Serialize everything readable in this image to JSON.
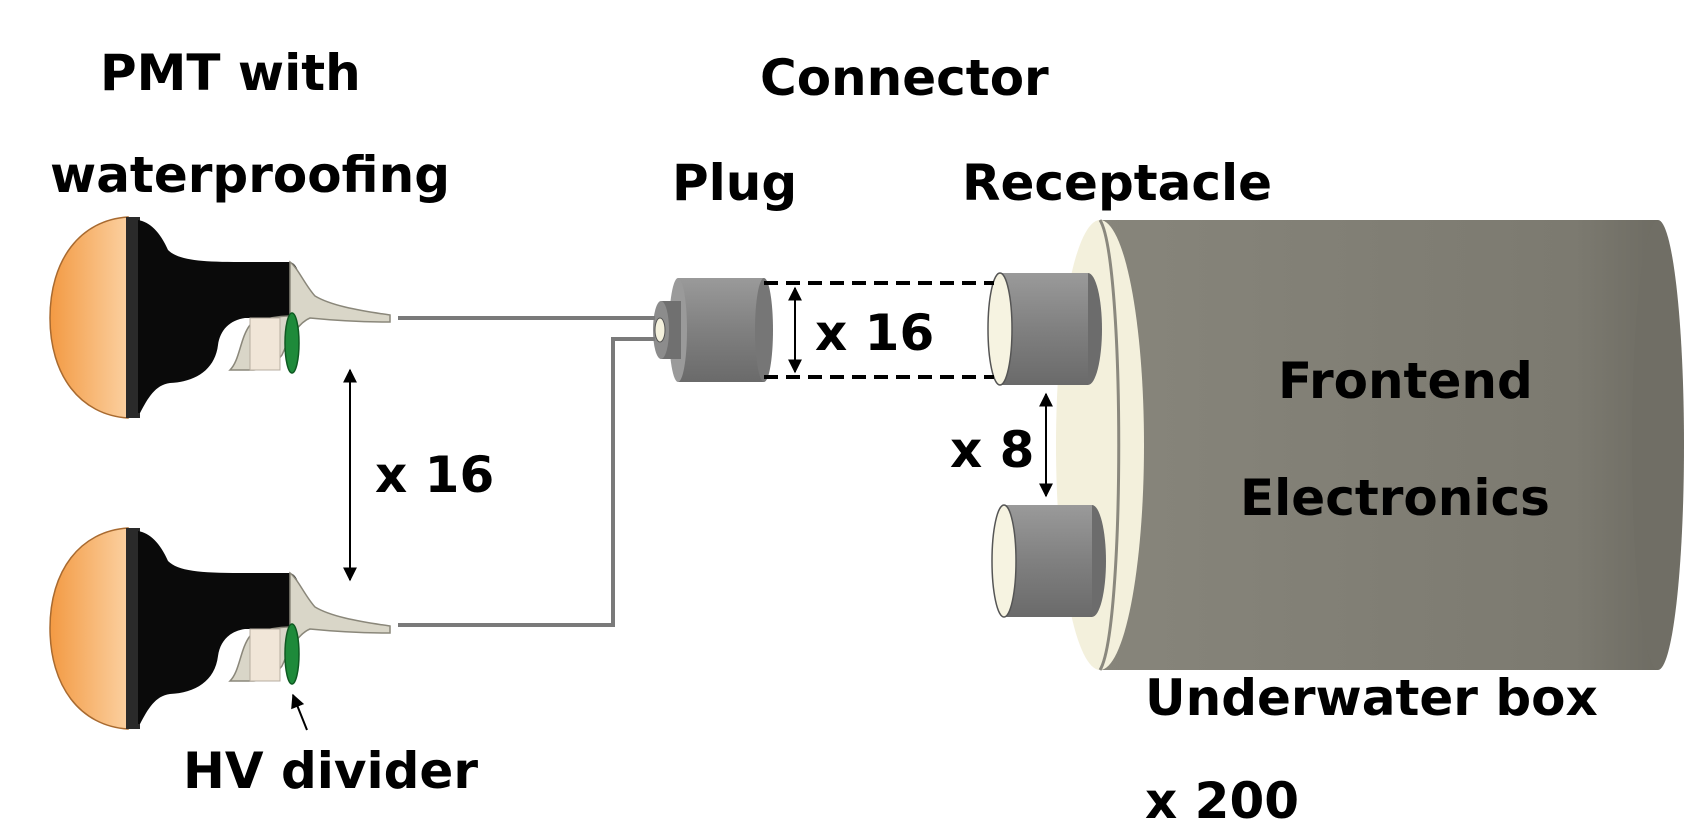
{
  "labels": {
    "pmt_line1": "PMT with",
    "pmt_line2": "waterproofing",
    "connector": "Connector",
    "plug": "Plug",
    "receptacle": "Receptacle",
    "pmt_multiplicity": "x 16",
    "cable_multiplicity": "x 16",
    "receptacle_multiplicity": "x 8",
    "frontend_line1": "Frontend",
    "frontend_line2": "Electronics",
    "hv_divider": "HV divider",
    "box": "Underwater box",
    "box_multiplicity": "x 200"
  },
  "colors": {
    "pmt_glass": "#f5a24f",
    "pmt_glass_light": "#fbd3a4",
    "potting": "#0a0a0a",
    "housing": "#d9d6c8",
    "hv_board": "#1e8a3a",
    "cable": "#7a7a7a",
    "connector_body": "#8a8a8a",
    "connector_dark": "#6f6f6f",
    "box_body": "#807e74",
    "box_face": "#f3f0dc"
  }
}
